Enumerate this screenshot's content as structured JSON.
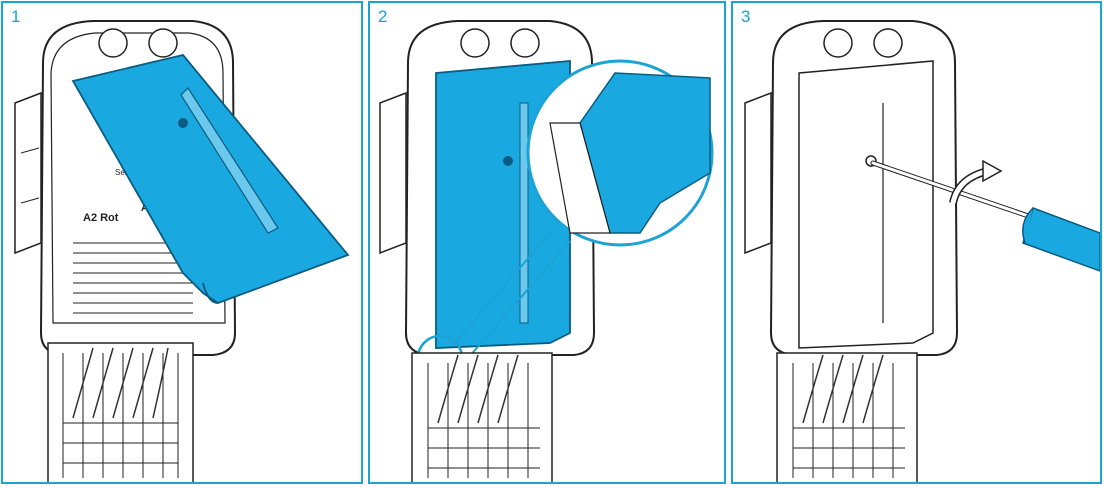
{
  "steps": [
    {
      "number": "1",
      "label_a": "A2 Rot",
      "label_b": "A2 Rot",
      "label_c": "Serial"
    },
    {
      "number": "2"
    },
    {
      "number": "3"
    }
  ],
  "colors": {
    "accent": "#1aa3d4",
    "part": "#1aa8e0",
    "line": "#222222"
  },
  "icons": [
    "screwdriver-icon",
    "rotate-arrow-icon",
    "magnifier-callout-icon"
  ]
}
